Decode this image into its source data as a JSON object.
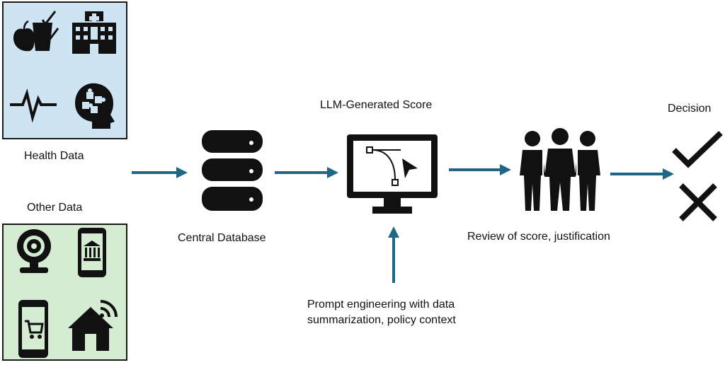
{
  "diagram": {
    "health_panel": {
      "label": "Health Data"
    },
    "other_panel": {
      "label": "Other Data"
    },
    "central_db": {
      "label": "Central Database"
    },
    "llm_score": {
      "label": "LLM-Generated Score"
    },
    "prompt": {
      "line1": "Prompt engineering with data",
      "line2": "summarization, policy context"
    },
    "review": {
      "label": "Review of score, justification"
    },
    "decision": {
      "label": "Decision"
    },
    "colors": {
      "arrow": "#1f6784",
      "health_bg": "#cfe4f3",
      "other_bg": "#d4ecd2",
      "icon": "#111111"
    },
    "icons": {
      "health": [
        "apple-nutrition-checklist-icon",
        "hospital-icon",
        "heartbeat-icon",
        "brain-puzzle-icon"
      ],
      "other": [
        "webcam-icon",
        "mobile-banking-icon",
        "mobile-shopping-icon",
        "smart-home-icon"
      ],
      "flow": [
        "database-icon",
        "computer-monitor-vector-icon",
        "people-group-icon",
        "checkmark-icon",
        "x-mark-icon"
      ]
    }
  }
}
